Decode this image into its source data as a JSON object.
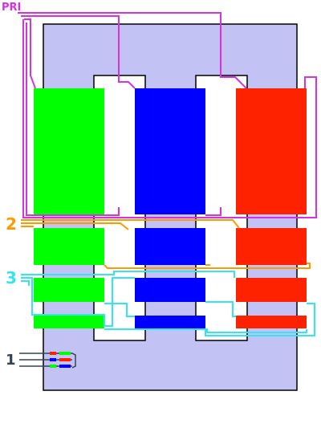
{
  "labels": {
    "primary": "PRI",
    "secondary_2": "2",
    "secondary_3": "3",
    "secondary_1": "1"
  },
  "colors": {
    "background": "#ffffff",
    "core": "#c2c2f5",
    "core_outline": "#000000",
    "phase_a": "#00ff00",
    "phase_b": "#0000ff",
    "phase_c": "#ff2200",
    "primary_wire": "#d633e0",
    "wire_2": "#ff9900",
    "wire_3": "#33e6ee",
    "wire_1": "#334455"
  }
}
